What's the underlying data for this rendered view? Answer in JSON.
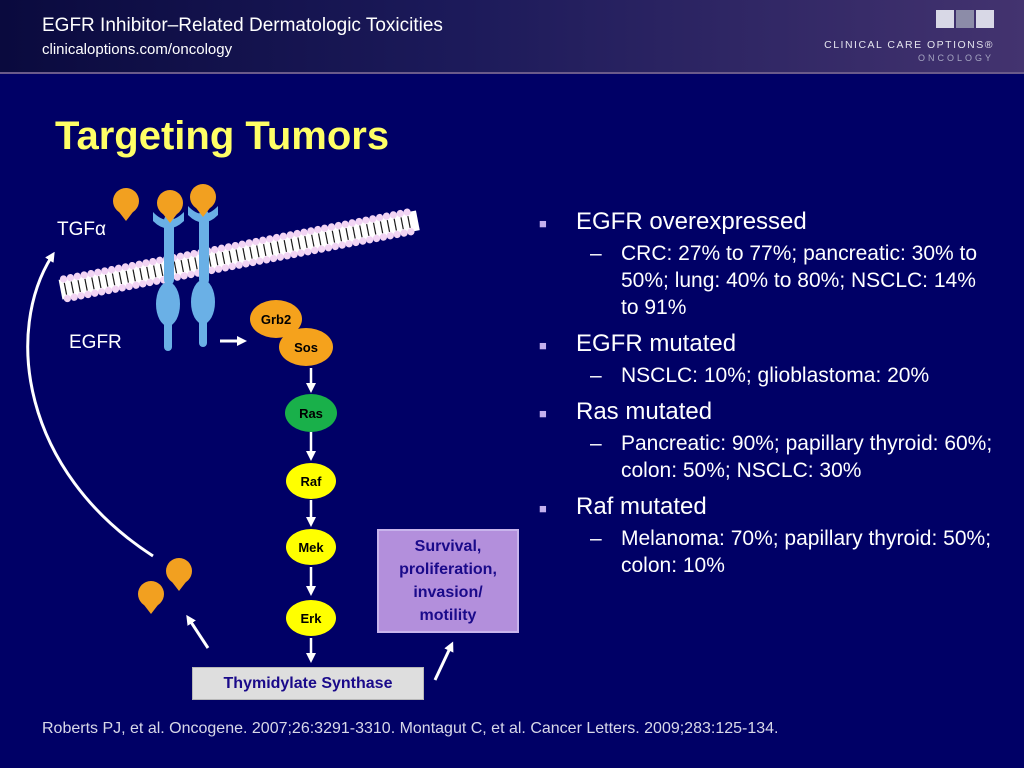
{
  "header": {
    "title": "EGFR Inhibitor–Related Dermatologic Toxicities",
    "subtitle": "clinicaloptions.com/oncology",
    "logo": {
      "line1": "CLINICAL CARE OPTIONS®",
      "line2": "ONCOLOGY"
    }
  },
  "slide": {
    "title": "Targeting Tumors"
  },
  "diagram": {
    "ligand_label": "TGFα",
    "receptor_label": "EGFR",
    "nodes": {
      "grb2": "Grb2",
      "sos": "Sos",
      "ras": "Ras",
      "raf": "Raf",
      "mek": "Mek",
      "erk": "Erk"
    },
    "outcome_box": "Survival,\nproliferation,\ninvasion/\nmotility",
    "target_box": "Thymidylate Synthase",
    "colors": {
      "ligand": "#f2a020",
      "receptor": "#6ab0e6",
      "grb2_sos": "#f5a21c",
      "ras": "#19b04a",
      "raf_mek_erk": "#ffff00",
      "outcome_box": "#b38fdc"
    }
  },
  "bullets": [
    {
      "text": "EGFR overexpressed",
      "subs": [
        "CRC: 27% to 77%; pancreatic: 30% to 50%; lung: 40% to 80%; NSCLC: 14% to 91%"
      ]
    },
    {
      "text": "EGFR mutated",
      "subs": [
        "NSCLC: 10%; glioblastoma: 20%"
      ]
    },
    {
      "text": "Ras mutated",
      "subs": [
        "Pancreatic: 90%; papillary thyroid: 60%; colon: 50%; NSCLC: 30%"
      ]
    },
    {
      "text": "Raf mutated",
      "subs": [
        "Melanoma: 70%; papillary thyroid: 50%; colon: 10%"
      ]
    }
  ],
  "citation": "Roberts PJ, et al. Oncogene. 2007;26:3291-3310. Montagut C, et al. Cancer Letters. 2009;283:125-134."
}
